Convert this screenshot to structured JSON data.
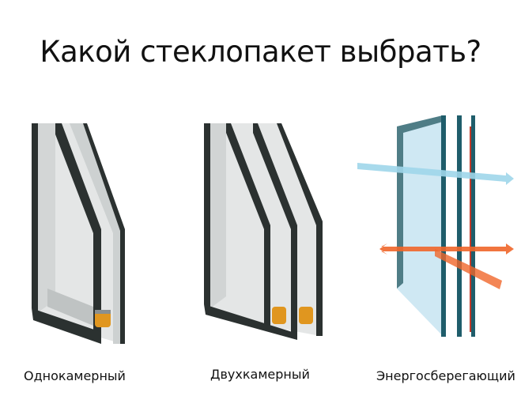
{
  "title": "Какой стеклопакет выбрать?",
  "items": [
    {
      "label": "Однокамерный",
      "icon": "single-chamber-glass-icon"
    },
    {
      "label": "Двухкамерный",
      "icon": "double-chamber-glass-icon"
    },
    {
      "label": "Энергосберегающий",
      "icon": "energy-saving-glass-icon"
    }
  ],
  "colors": {
    "frame": "#2b3130",
    "glass": "#d9dcdc",
    "spacer_fill": "#e0961f",
    "energy_frame": "#1f5d6b",
    "energy_glass": "#cfe8f3",
    "cold_arrow": "#9fd6ea",
    "heat_arrow": "#f0662a"
  }
}
